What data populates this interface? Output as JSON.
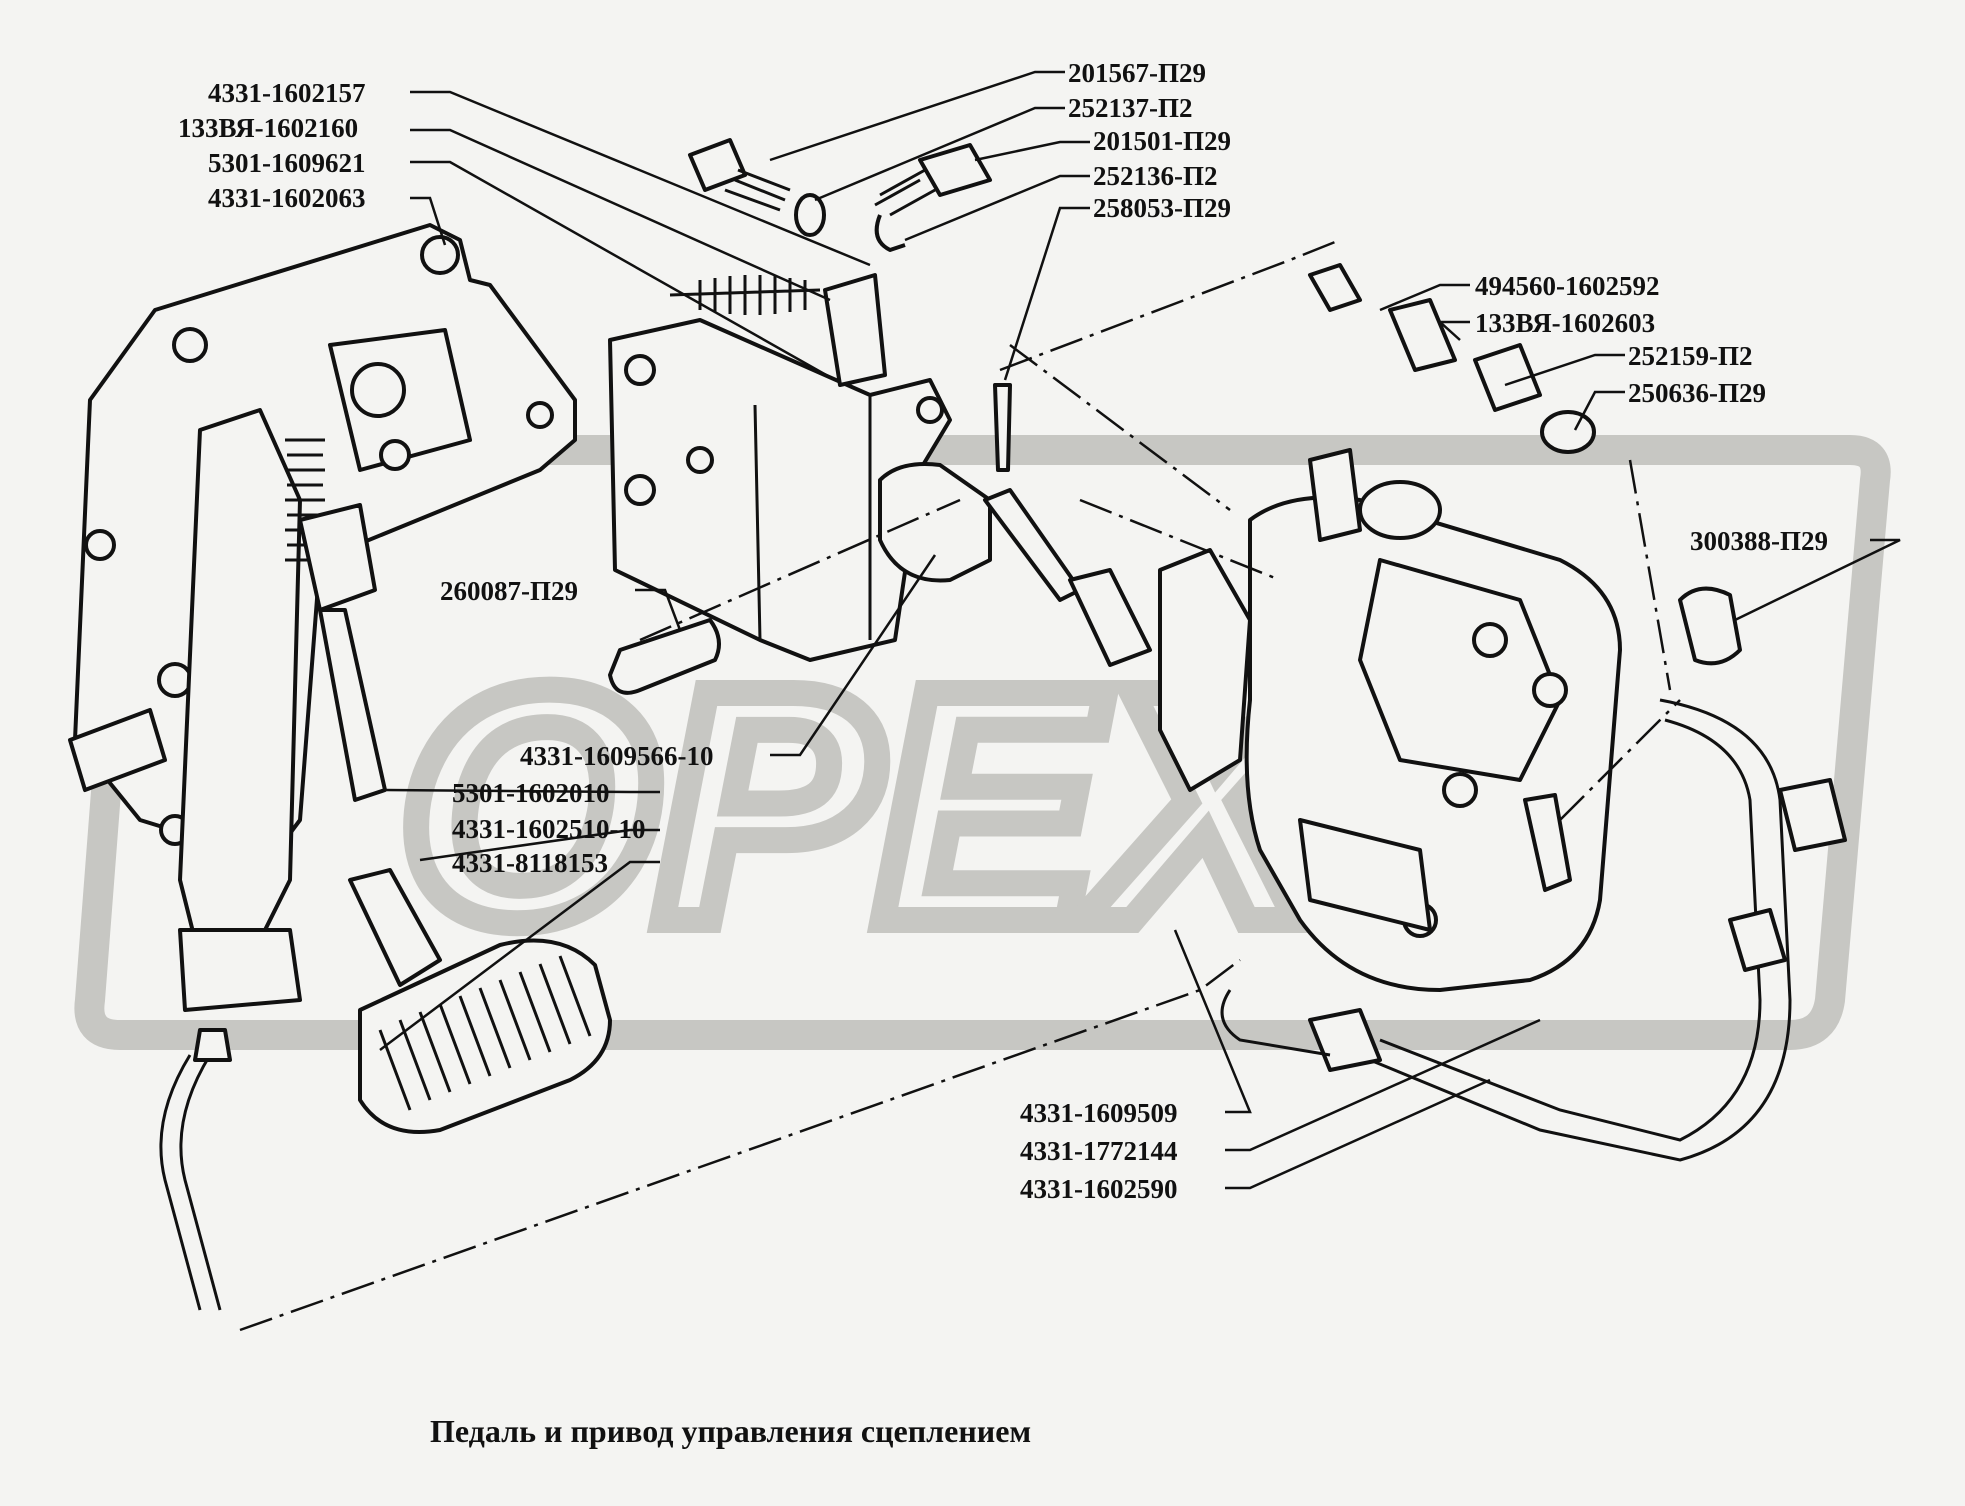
{
  "caption": "Педаль и привод управления сцеплением",
  "watermark": "OPEX",
  "parts": [
    "4331-1602157",
    "133ВЯ-1602160",
    "5301-1609621",
    "4331-1602063",
    "201567-П29",
    "252137-П2",
    "201501-П29",
    "252136-П2",
    "258053-П29",
    "494560-1602592",
    "133ВЯ-1602603",
    "252159-П2",
    "250636-П29",
    "300388-П29",
    "260087-П29",
    "4331-1609566-10",
    "5301-1602010",
    "4331-1602510-10",
    "4331-8118153",
    "4331-1609509",
    "4331-1772144",
    "4331-1602590"
  ]
}
